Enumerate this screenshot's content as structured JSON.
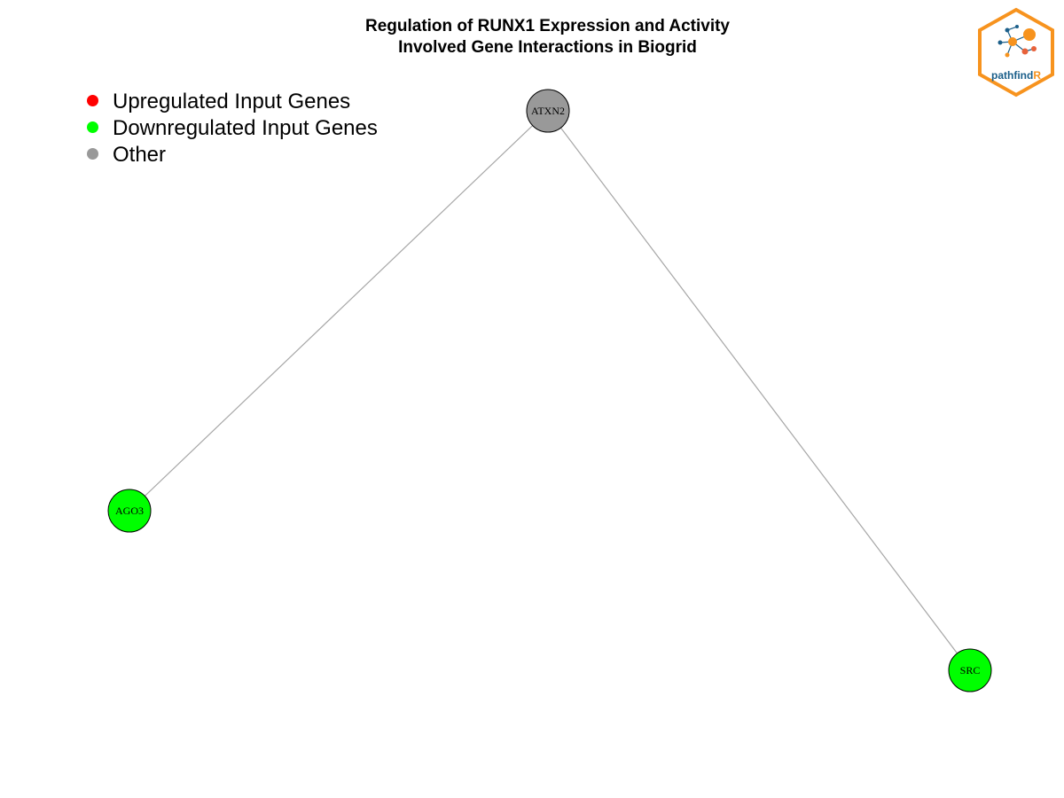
{
  "title": {
    "line1": "Regulation of RUNX1 Expression and Activity",
    "line2": "Involved Gene Interactions in Biogrid"
  },
  "legend": [
    {
      "label": "Upregulated Input Genes",
      "color": "#ff0000"
    },
    {
      "label": "Downregulated Input Genes",
      "color": "#00ff00"
    },
    {
      "label": "Other",
      "color": "#999999"
    }
  ],
  "network": {
    "nodes": [
      {
        "id": "ATXN2",
        "label": "ATXN2",
        "category": "Other",
        "color": "#999999"
      },
      {
        "id": "AGO3",
        "label": "AGO3",
        "category": "Downregulated Input Genes",
        "color": "#00ff00"
      },
      {
        "id": "SRC",
        "label": "SRC",
        "category": "Downregulated Input Genes",
        "color": "#00ff00"
      }
    ],
    "edges": [
      {
        "source": "ATXN2",
        "target": "AGO3"
      },
      {
        "source": "ATXN2",
        "target": "SRC"
      }
    ],
    "edge_color": "#a6a6a6"
  },
  "logo": {
    "text_main": "pathfind",
    "text_accent": "R",
    "border_color": "#f7931e",
    "accent_color": "#f7931e",
    "text_color": "#1b5f8a"
  }
}
